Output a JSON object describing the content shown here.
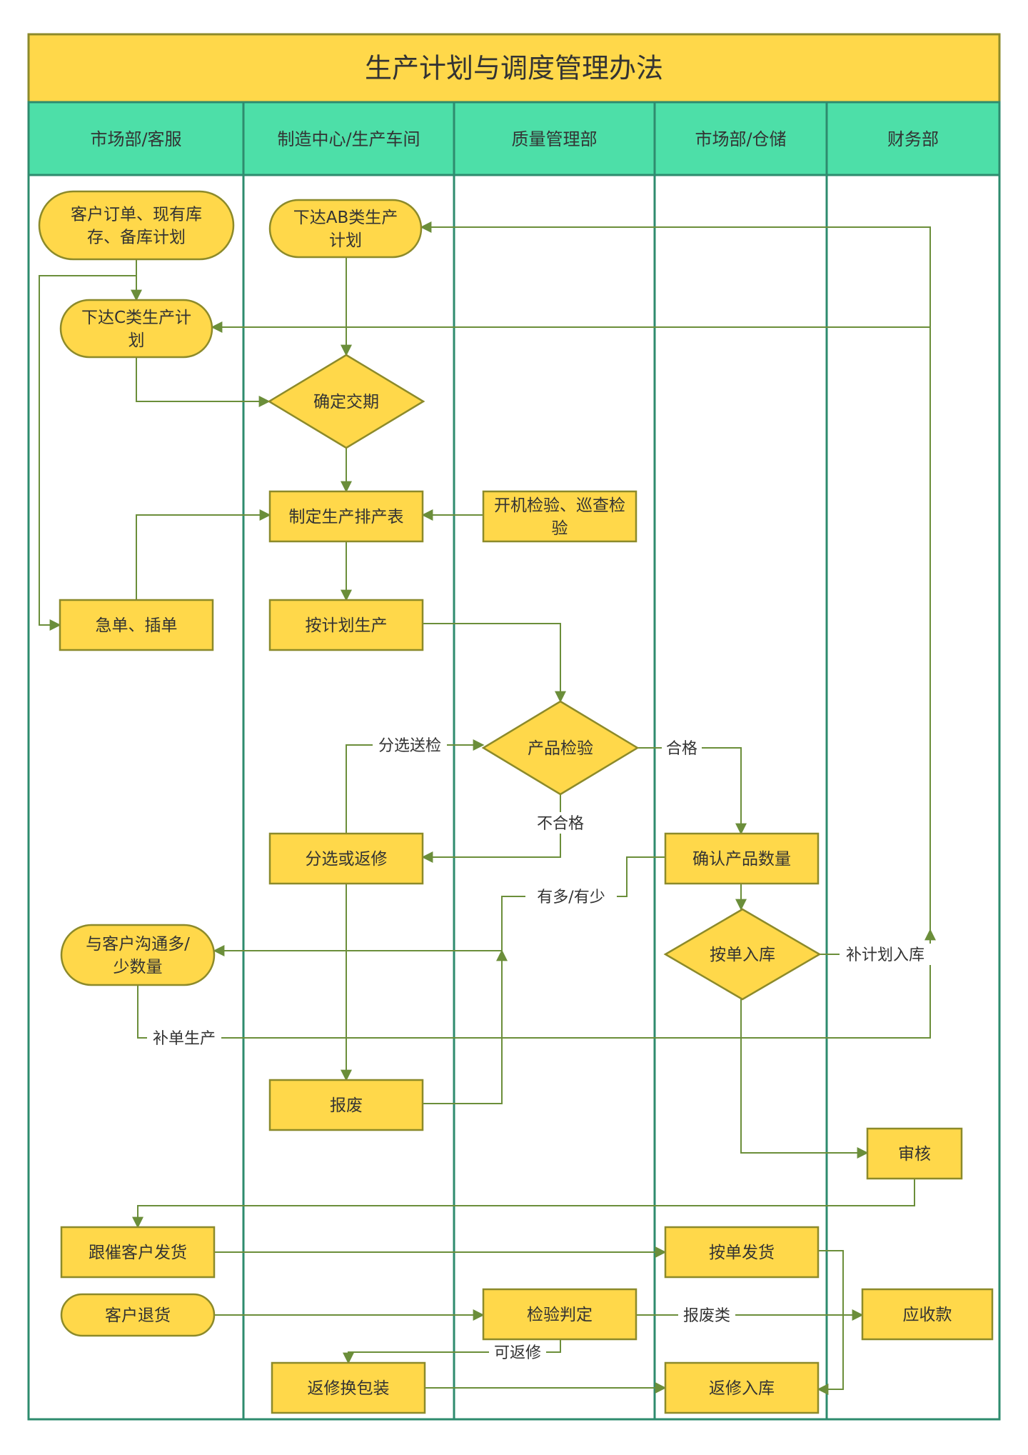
{
  "title": "生产计划与调度管理办法",
  "colors": {
    "title_bg": "#FFD84A",
    "lane_bg": "#4DDFA8",
    "lane_line": "#2E8B6E",
    "node_fill": "#FFD84A",
    "node_stroke": "#8C8A2A",
    "edge": "#6B8E3A",
    "edge_label_bg": "#ffffff"
  },
  "lanes": [
    {
      "label": "市场部/客服"
    },
    {
      "label": "制造中心/生产车间"
    },
    {
      "label": "质量管理部"
    },
    {
      "label": "市场部/仓储"
    },
    {
      "label": "财务部"
    }
  ],
  "nodes": [
    {
      "id": "customer_order",
      "shape": "rounded",
      "lines": [
        "客户订单、现有库",
        "存、备库计划"
      ]
    },
    {
      "id": "ab_plan",
      "shape": "rounded",
      "lines": [
        "下达AB类生产",
        "计划"
      ]
    },
    {
      "id": "c_plan",
      "shape": "rounded",
      "lines": [
        "下达C类生产计",
        "划"
      ]
    },
    {
      "id": "confirm_date",
      "shape": "diamond",
      "lines": [
        "确定交期"
      ]
    },
    {
      "id": "schedule",
      "shape": "rect",
      "lines": [
        "制定生产排产表"
      ]
    },
    {
      "id": "inspect_start",
      "shape": "rect",
      "lines": [
        "开机检验、巡查检",
        "验"
      ]
    },
    {
      "id": "urgent",
      "shape": "rect",
      "lines": [
        "急单、插单"
      ]
    },
    {
      "id": "produce",
      "shape": "rect",
      "lines": [
        "按计划生产"
      ]
    },
    {
      "id": "product_check",
      "shape": "diamond",
      "lines": [
        "产品检验"
      ]
    },
    {
      "id": "sort_repair",
      "shape": "rect",
      "lines": [
        "分选或返修"
      ]
    },
    {
      "id": "confirm_qty",
      "shape": "rect",
      "lines": [
        "确认产品数量"
      ]
    },
    {
      "id": "store_by_order",
      "shape": "diamond",
      "lines": [
        "按单入库"
      ]
    },
    {
      "id": "communicate",
      "shape": "rounded",
      "lines": [
        "与客户沟通多/",
        "少数量"
      ]
    },
    {
      "id": "scrap",
      "shape": "rect",
      "lines": [
        "报废"
      ]
    },
    {
      "id": "audit",
      "shape": "rect",
      "lines": [
        "审核"
      ]
    },
    {
      "id": "follow_ship",
      "shape": "rect",
      "lines": [
        "跟催客户发货"
      ]
    },
    {
      "id": "ship_by_order",
      "shape": "rect",
      "lines": [
        "按单发货"
      ]
    },
    {
      "id": "customer_return",
      "shape": "rounded",
      "lines": [
        "客户退货"
      ]
    },
    {
      "id": "judge",
      "shape": "rect",
      "lines": [
        "检验判定"
      ]
    },
    {
      "id": "receivable",
      "shape": "rect",
      "lines": [
        "应收款"
      ]
    },
    {
      "id": "repack",
      "shape": "rect",
      "lines": [
        "返修换包装"
      ]
    },
    {
      "id": "repair_store",
      "shape": "rect",
      "lines": [
        "返修入库"
      ]
    }
  ],
  "edges": [
    {
      "from": "customer_order",
      "to": "c_plan",
      "label": ""
    },
    {
      "from": "customer_order",
      "to": "urgent",
      "label": ""
    },
    {
      "from": "ab_plan",
      "to": "confirm_date",
      "label": ""
    },
    {
      "from": "c_plan",
      "to": "confirm_date",
      "label": ""
    },
    {
      "from": "confirm_date",
      "to": "schedule",
      "label": ""
    },
    {
      "from": "urgent",
      "to": "schedule",
      "label": ""
    },
    {
      "from": "inspect_start",
      "to": "schedule",
      "label": ""
    },
    {
      "from": "schedule",
      "to": "produce",
      "label": ""
    },
    {
      "from": "produce",
      "to": "product_check",
      "label": ""
    },
    {
      "from": "product_check",
      "to": "confirm_qty",
      "label": "合格"
    },
    {
      "from": "product_check",
      "to": "sort_repair",
      "label": "不合格"
    },
    {
      "from": "sort_repair",
      "to": "product_check",
      "label": "分选送检"
    },
    {
      "from": "sort_repair",
      "to": "scrap",
      "label": ""
    },
    {
      "from": "confirm_qty",
      "to": "communicate",
      "label": "有多/有少"
    },
    {
      "from": "scrap",
      "to": "communicate",
      "label": ""
    },
    {
      "from": "confirm_qty",
      "to": "store_by_order",
      "label": ""
    },
    {
      "from": "store_by_order",
      "to": "ab_plan",
      "label": "补计划入库"
    },
    {
      "from": "store_by_order",
      "to": "c_plan",
      "label": ""
    },
    {
      "from": "communicate",
      "to": "ab_plan",
      "label": "补单生产"
    },
    {
      "from": "store_by_order",
      "to": "audit",
      "label": ""
    },
    {
      "from": "audit",
      "to": "follow_ship",
      "label": ""
    },
    {
      "from": "follow_ship",
      "to": "ship_by_order",
      "label": ""
    },
    {
      "from": "customer_return",
      "to": "judge",
      "label": ""
    },
    {
      "from": "judge",
      "to": "receivable",
      "label": "报废类"
    },
    {
      "from": "ship_by_order",
      "to": "receivable",
      "label": ""
    },
    {
      "from": "repair_store",
      "to": "receivable",
      "label": ""
    },
    {
      "from": "judge",
      "to": "repack",
      "label": "可返修"
    },
    {
      "from": "repack",
      "to": "repair_store",
      "label": ""
    }
  ]
}
